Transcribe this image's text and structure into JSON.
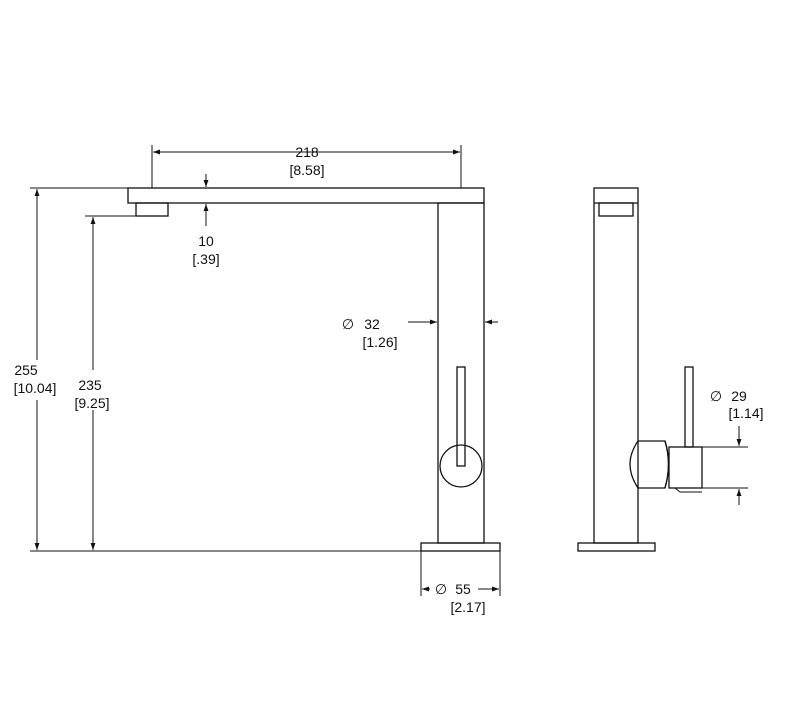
{
  "dimensions": {
    "spout_length": {
      "mm": "218",
      "inch": "[8.58]"
    },
    "spout_thickness": {
      "mm": "10",
      "inch": "[.39]"
    },
    "body_diameter": {
      "symbol": "∅",
      "mm": "32",
      "inch": "[1.26]"
    },
    "overall_height": {
      "mm": "255",
      "inch": "[10.04]"
    },
    "outlet_height": {
      "mm": "235",
      "inch": "[9.25]"
    },
    "base_diameter": {
      "symbol": "∅",
      "mm": "55",
      "inch": "[2.17]"
    },
    "handle_diameter": {
      "symbol": "∅",
      "mm": "29",
      "inch": "[1.14]"
    }
  },
  "colors": {
    "line": "#111111",
    "background": "#ffffff"
  }
}
